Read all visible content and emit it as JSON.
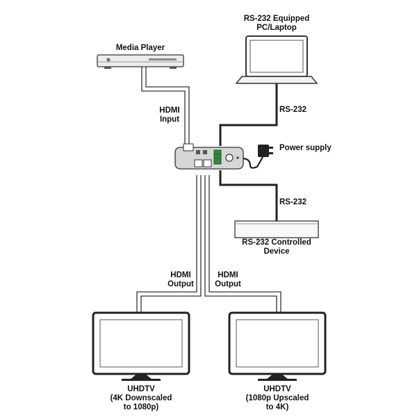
{
  "labels": {
    "media_player": "Media Player",
    "pc_line1": "RS-232 Equipped",
    "pc_line2": "PC/Laptop",
    "hdmi_input_line1": "HDMI",
    "hdmi_input_line2": "Input",
    "rs232_top": "RS-232",
    "power_supply": "Power supply",
    "rs232_bottom": "RS-232",
    "controlled_line1": "RS-232 Controlled",
    "controlled_line2": "Device",
    "hdmi_out_left_line1": "HDMI",
    "hdmi_out_left_line2": "Output",
    "hdmi_out_right_line1": "HDMI",
    "hdmi_out_right_line2": "Output",
    "tv_left_line1": "UHDTV",
    "tv_left_line2": "(4K Downscaled",
    "tv_left_line3": "to 1080p)",
    "tv_right_line1": "UHDTV",
    "tv_right_line2": "(1080p Upscaled",
    "tv_right_line3": "to 4K)"
  },
  "icons": {
    "media_player": "media-player-icon",
    "laptop": "laptop-icon",
    "splitter": "hdmi-splitter-icon",
    "power": "power-adapter-icon",
    "controlled_device": "controlled-device-icon",
    "tv_left": "tv-icon",
    "tv_right": "tv-icon"
  },
  "colors": {
    "line": "#333333",
    "hdmi_cable": "#ffffff",
    "device_gray": "#d9d9d9",
    "splitter_green": "#2e8b3c"
  }
}
